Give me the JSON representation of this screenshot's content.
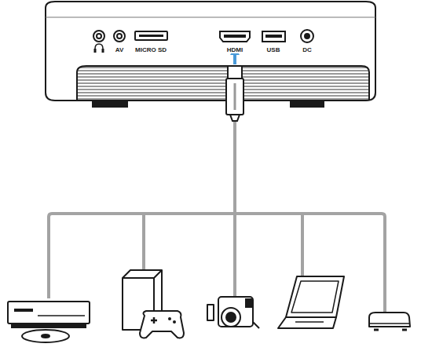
{
  "diagram": {
    "labels": [
      "AV",
      "MICRO SD",
      "HDMI",
      "USB",
      "DC"
    ]
  }
}
